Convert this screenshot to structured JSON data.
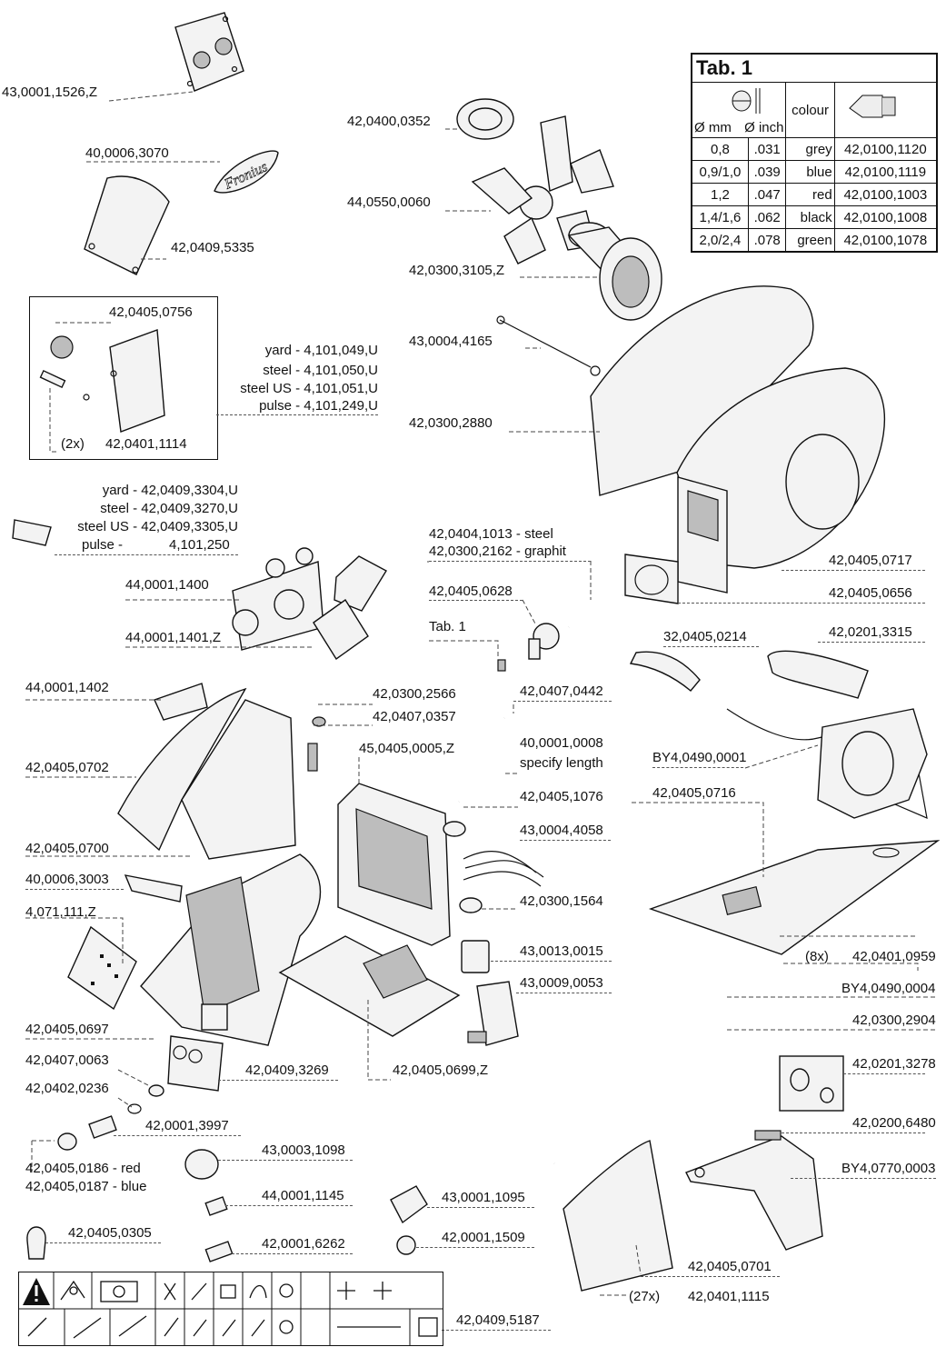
{
  "table": {
    "title": "Tab. 1",
    "col_mm": "Ø mm",
    "col_inch": "Ø inch",
    "col_colour": "colour",
    "rows": [
      {
        "mm": "0,8",
        "inch": ".031",
        "colour": "grey",
        "part": "42,0100,1120"
      },
      {
        "mm": "0,9/1,0",
        "inch": ".039",
        "colour": "blue",
        "part": "42,0100,1119"
      },
      {
        "mm": "1,2",
        "inch": ".047",
        "colour": "red",
        "part": "42,0100,1003"
      },
      {
        "mm": "1,4/1,6",
        "inch": ".062",
        "colour": "black",
        "part": "42,0100,1008"
      },
      {
        "mm": "2,0/2,4",
        "inch": ".078",
        "colour": "green",
        "part": "42,0100,1078"
      }
    ]
  },
  "labels": {
    "p01": "43,0001,1526,Z",
    "p02": "42,0400,0352",
    "p03": "40,0006,3070",
    "p04": "44,0550,0060",
    "p05": "42,0409,5335",
    "p06": "42,0300,3105,Z",
    "p07": "42,0405,0756",
    "p08": "yard -  4,101,049,U",
    "p09": "steel -  4,101,050,U",
    "p10": "steel US -  4,101,051,U",
    "p11": "pulse -  4,101,249,U",
    "p12": "43,0004,4165",
    "p13": "(2x)",
    "p14": "42,0401,1114",
    "p15": "42,0300,2880",
    "p16": "yard - 42,0409,3304,U",
    "p17": "steel - 42,0409,3270,U",
    "p18": "steel US - 42,0409,3305,U",
    "p19": "pulse -",
    "p19b": "4,101,250",
    "p20": "42,0404,1013 - steel",
    "p21": "42,0300,2162 - graphit",
    "p22": "44,0001,1400",
    "p23": "42,0405,0717",
    "p24": "42,0405,0628",
    "p25": "42,0405,0656",
    "p26": "Tab. 1",
    "p27": "44,0001,1401,Z",
    "p28": "32,0405,0214",
    "p29": "42,0201,3315",
    "p30": "44,0001,1402",
    "p31": "42,0300,2566",
    "p32": "42,0407,0442",
    "p33": "42,0407,0357",
    "p34": "40,0001,0008",
    "p35": "specify length",
    "p36": "BY4,0490,0001",
    "p37": "42,0405,0702",
    "p38": "45,0405,0005,Z",
    "p39": "42,0405,1076",
    "p40": "42,0405,0716",
    "p41": "43,0004,4058",
    "p42": "42,0405,0700",
    "p43": "40,0006,3003",
    "p44": "42,0300,1564",
    "p45": "4,071,111,Z",
    "p46": "43,0013,0015",
    "p47": "(8x)",
    "p48": "42,0401,0959",
    "p49": "43,0009,0053",
    "p50": "BY4,0490,0004",
    "p51": "42,0405,0697",
    "p52": "42,0300,2904",
    "p53": "42,0407,0063",
    "p54": "42,0409,3269",
    "p55": "42,0405,0699,Z",
    "p56": "42,0201,3278",
    "p57": "42,0402,0236",
    "p58": "42,0001,3997",
    "p59": "42,0200,6480",
    "p60": "43,0003,1098",
    "p61": "BY4,0770,0003",
    "p62": "42,0405,0186 - red",
    "p63": "42,0405,0187 - blue",
    "p64": "44,0001,1145",
    "p65": "43,0001,1095",
    "p66": "42,0405,0305",
    "p67": "42,0001,6262",
    "p68": "42,0001,1509",
    "p69": "42,0405,0701",
    "p70": "(27x)",
    "p71": "42,0401,1115",
    "p72": "42,0409,5187"
  }
}
